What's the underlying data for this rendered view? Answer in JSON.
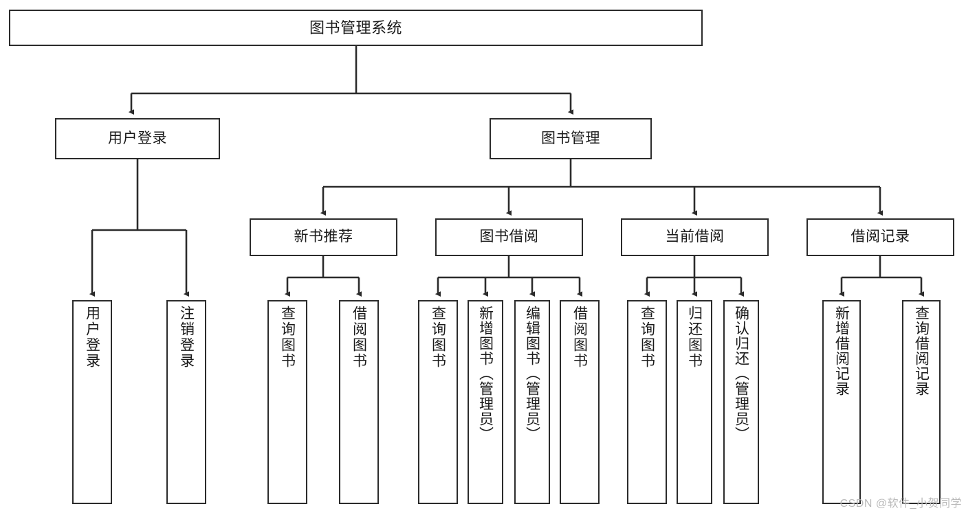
{
  "diagram": {
    "title": "图书管理系统",
    "type": "tree-hierarchy-chart",
    "watermark": "CSDN @软件_小贺同学",
    "colors": {
      "stroke": "#2b2b2b",
      "fill": "#ffffff",
      "text": "#1a1a1a",
      "watermark": "#b9b9b9"
    },
    "levels": {
      "root": {
        "label": "图书管理系统"
      },
      "level1": [
        {
          "id": "user-login",
          "label": "用户登录"
        },
        {
          "id": "book-management",
          "label": "图书管理"
        }
      ],
      "level2": [
        {
          "id": "new-book-recommend",
          "label": "新书推荐"
        },
        {
          "id": "book-borrow",
          "label": "图书借阅"
        },
        {
          "id": "current-borrow",
          "label": "当前借阅"
        },
        {
          "id": "borrow-record",
          "label": "借阅记录"
        }
      ],
      "leaves": {
        "user-login": [
          {
            "id": "leaf-user-login",
            "label": "用户登录"
          },
          {
            "id": "leaf-logout",
            "label": "注销登录"
          }
        ],
        "new-book-recommend": [
          {
            "id": "leaf-query-book-1",
            "label": "查询图书"
          },
          {
            "id": "leaf-borrow-book-1",
            "label": "借阅图书"
          }
        ],
        "book-borrow": [
          {
            "id": "leaf-query-book-2",
            "label": "查询图书"
          },
          {
            "id": "leaf-add-book",
            "label": "新增图书（管理员）"
          },
          {
            "id": "leaf-edit-book",
            "label": "编辑图书（管理员）"
          },
          {
            "id": "leaf-borrow-book-2",
            "label": "借阅图书"
          }
        ],
        "current-borrow": [
          {
            "id": "leaf-query-book-3",
            "label": "查询图书"
          },
          {
            "id": "leaf-return-book",
            "label": "归还图书"
          },
          {
            "id": "leaf-confirm-return",
            "label": "确认归还（管理员）"
          }
        ],
        "borrow-record": [
          {
            "id": "leaf-add-record",
            "label": "新增借阅记录"
          },
          {
            "id": "leaf-query-record",
            "label": "查询借阅记录"
          }
        ]
      }
    }
  }
}
